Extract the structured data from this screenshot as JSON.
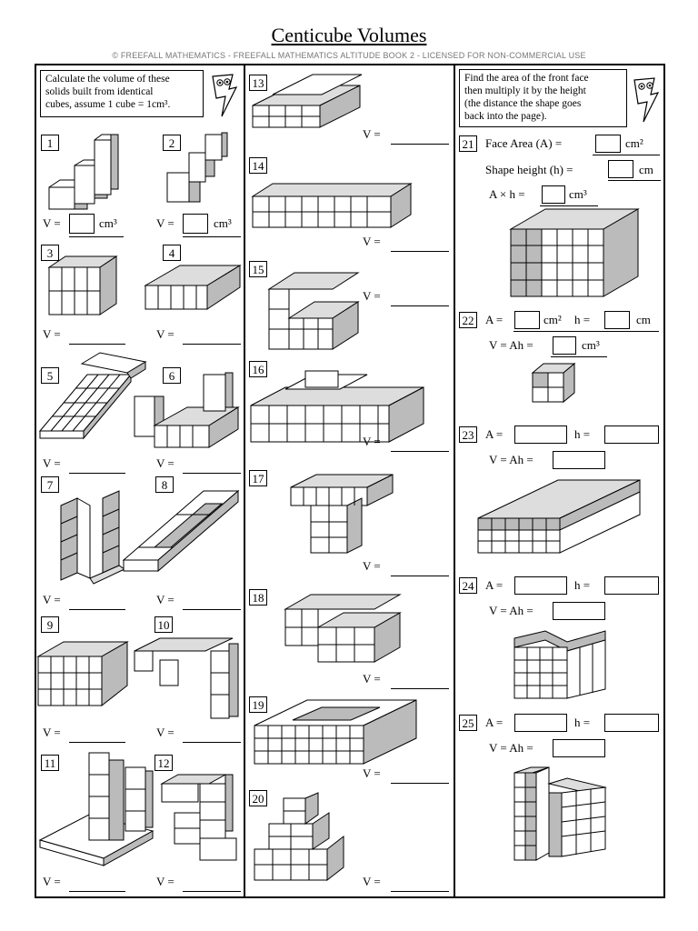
{
  "title": "Centicube Volumes",
  "copyright": "© FREEFALL MATHEMATICS - FREEFALL MATHEMATICS ALTITUDE BOOK 2 - LICENSED FOR NON-COMMERCIAL USE",
  "left_instructions": [
    "Calculate the volume of these",
    "solids built from identical",
    "cubes, assume 1 cube = 1cm³."
  ],
  "right_instructions": [
    "Find the area of the front face",
    "then multiply it by the height",
    "(the distance the shape goes",
    "back into the page)."
  ],
  "problems": {
    "p1": "1",
    "p2": "2",
    "p3": "3",
    "p4": "4",
    "p5": "5",
    "p6": "6",
    "p7": "7",
    "p8": "8",
    "p9": "9",
    "p10": "10",
    "p11": "11",
    "p12": "12",
    "p13": "13",
    "p14": "14",
    "p15": "15",
    "p16": "16",
    "p17": "17",
    "p18": "18",
    "p19": "19",
    "p20": "20",
    "p21": "21",
    "p22": "22",
    "p23": "23",
    "p24": "24",
    "p25": "25"
  },
  "labels": {
    "v_eq": "V =",
    "cm3": "cm³",
    "cm2": "cm²",
    "cm": "cm",
    "face_area": "Face Area (A) =",
    "shape_height": "Shape height (h) =",
    "a_times_h": "A × h =",
    "a_eq": "A =",
    "h_eq": "h =",
    "v_eq_ah": "V = Ah ="
  },
  "icons": [
    "mascot-icon",
    "cube-solid-icon"
  ]
}
